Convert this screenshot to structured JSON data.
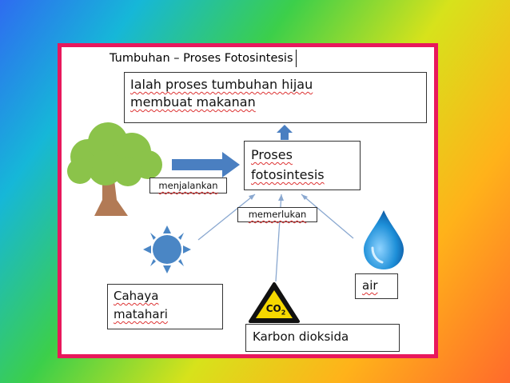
{
  "title": "Tumbuhan – Proses Fotosintesis",
  "definition": {
    "line1": "Ialah proses tumbuhan hijau",
    "line2": "membuat makanan"
  },
  "process": {
    "line1": "Proses",
    "line2": "fotosintesis"
  },
  "labels": {
    "action": "menjalankan",
    "requires": "memerlukan"
  },
  "inputs": {
    "sunlight": {
      "line1": "Cahaya",
      "line2": "matahari"
    },
    "carbon_dioxide": "Karbon dioksida",
    "water": "air",
    "co2_symbol": "CO",
    "co2_subscript": "2"
  },
  "colors": {
    "frame_border": "#e8185c",
    "tree_canopy": "#8bc34a",
    "tree_trunk": "#b27a55",
    "sun": "#4a86c5",
    "arrow": "#4a7fc1",
    "water": "#1d8fd8",
    "warning_yellow": "#f5d800"
  },
  "icons": [
    "tree-icon",
    "sun-icon",
    "water-drop-icon",
    "co2-warning-icon",
    "right-arrow-icon",
    "up-arrow-icon"
  ]
}
